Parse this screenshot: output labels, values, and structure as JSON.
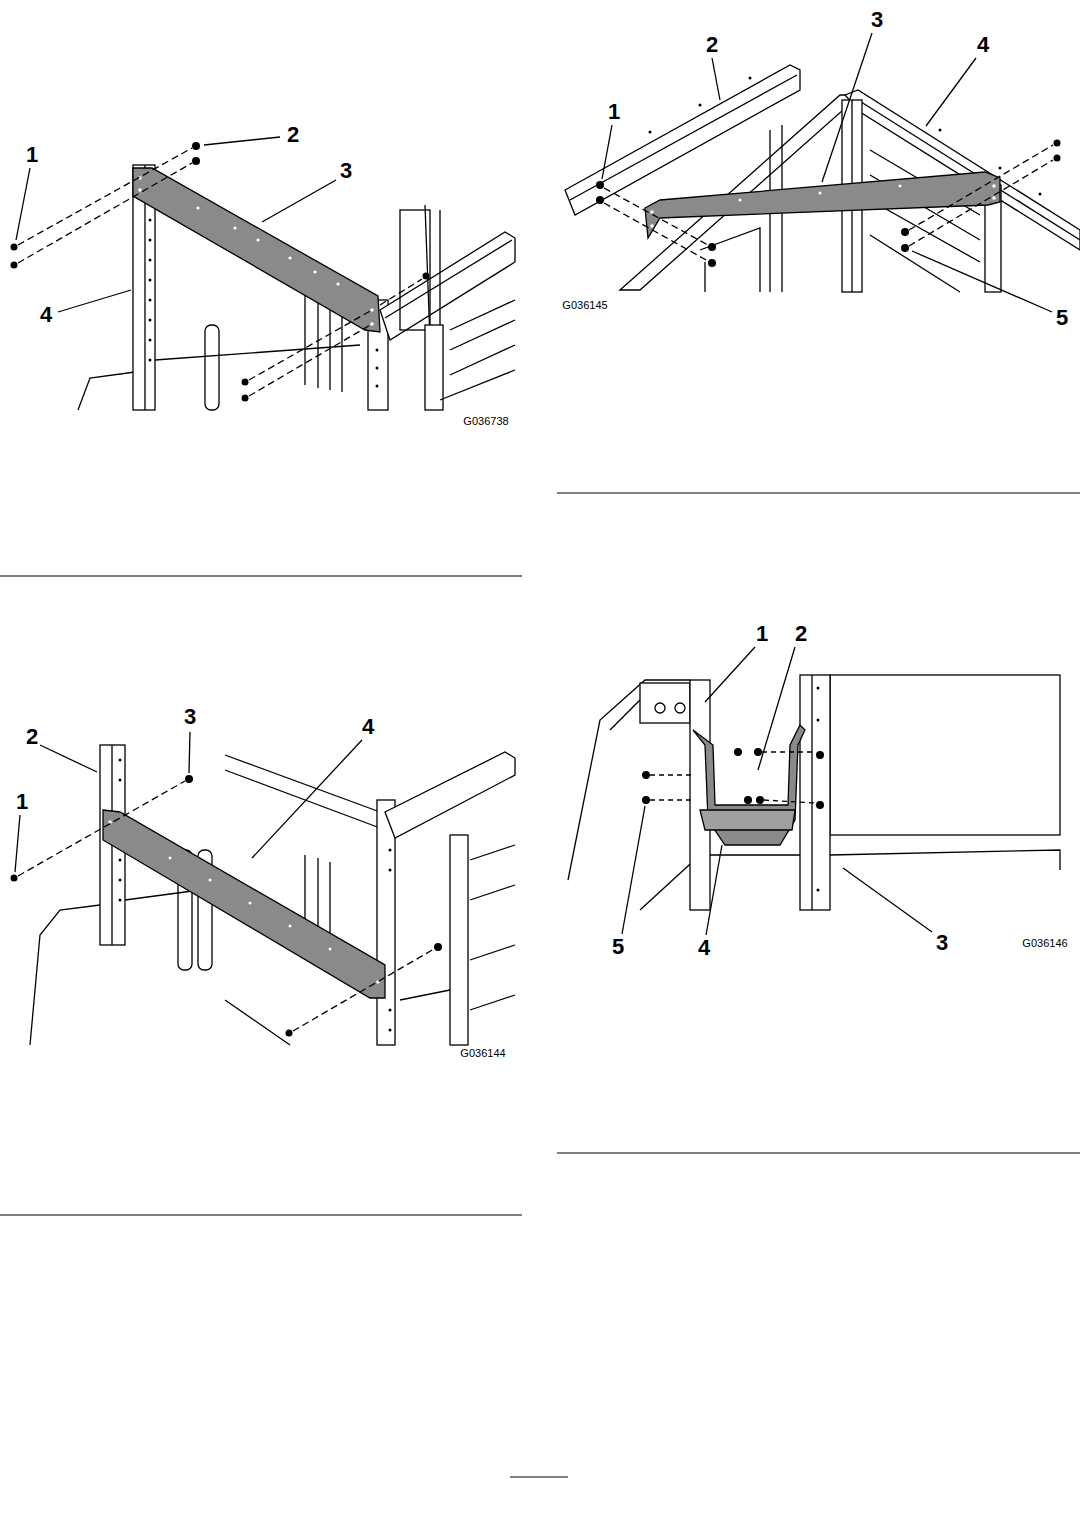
{
  "diagram": {
    "labels": [
      "1",
      "2",
      "3",
      "4",
      "G036738",
      "1",
      "2",
      "3",
      "4",
      "5",
      "G036145",
      "1",
      "2",
      "3",
      "4",
      "G036144",
      "1",
      "2",
      "3",
      "4",
      "5",
      "G036146"
    ]
  }
}
